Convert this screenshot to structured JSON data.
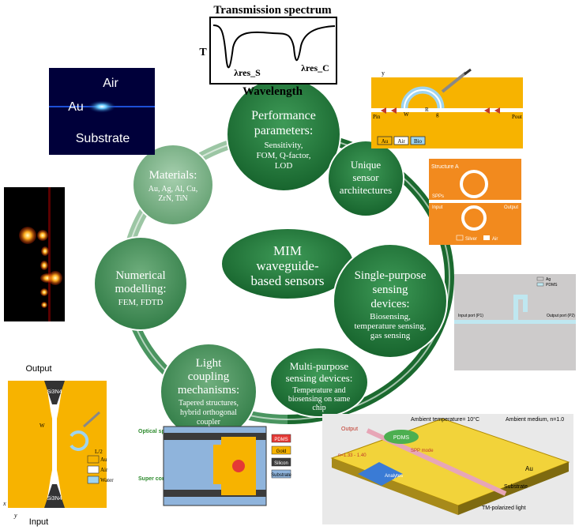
{
  "center": {
    "line1": "MIM",
    "line2": "waveguide-",
    "line3": "based sensors"
  },
  "nodes": {
    "performance": {
      "title1": "Performance",
      "title2": "parameters:",
      "l1": "Sensitivity,",
      "l2": "FOM, Q-factor,",
      "l3": "LOD"
    },
    "unique": {
      "l1": "Unique",
      "l2": "sensor",
      "l3": "architectures"
    },
    "single": {
      "title1": "Single-purpose",
      "title2": "sensing",
      "title3": "devices:",
      "l1": "Biosensing,",
      "l2": "temperature sensing,",
      "l3": "gas sensing"
    },
    "multi": {
      "title1": "Multi-purpose",
      "title2": "sensing devices:",
      "l1": "Temperature and",
      "l2": "biosensing on same",
      "l3": "chip"
    },
    "light": {
      "title1": "Light",
      "title2": "coupling",
      "title3": "mechanisms:",
      "l1": "Tapered structures,",
      "l2": "hybrid orthogonal",
      "l3": "coupler"
    },
    "numerical": {
      "title1": "Numerical",
      "title2": "modelling:",
      "l1": "FEM, FDTD"
    },
    "materials": {
      "title1": "Materials:",
      "l1": "Au, Ag, Al, Cu,",
      "l2": "ZrN, TiN"
    }
  },
  "transmission": {
    "title": "Transmission spectrum",
    "ylabel": "T",
    "xlabel": "Wavelength",
    "res_s": "λres_S",
    "res_c": "λres_C"
  },
  "mode": {
    "air": "Air",
    "au": "Au",
    "substrate": "Substrate"
  },
  "ring_sensor": {
    "y": "y",
    "pin": "Pin",
    "pout": "Pout",
    "w": "W",
    "r": "R",
    "g": "g",
    "legend": [
      "Au",
      "Air",
      "Bio"
    ]
  },
  "structure_a": {
    "title": "Structure A",
    "spps": "SPPs",
    "input": "Input",
    "output": "Output",
    "legend_silver": "Silver",
    "legend_air": "Air"
  },
  "stub_sensor": {
    "legend_ag": "Ag",
    "legend_pdms": "PDMS",
    "input": "Input port (P1)",
    "output": "Output port (P2)"
  },
  "taper": {
    "output": "Output",
    "input": "Input",
    "si3n4": "Si3N4",
    "w": "W",
    "l2": "L/2",
    "legend": [
      "Au",
      "Air",
      "Water"
    ],
    "x": "x",
    "y": "y"
  },
  "chip": {
    "osa": "Optical spectrum analyzer",
    "laser": "Super continuum laser",
    "legend": [
      "PDMS",
      "Gold",
      "Silicon",
      "Substrate"
    ]
  },
  "threed": {
    "ambient_temp": "Ambient temperature= 10°C",
    "ambient_medium": "Ambient medium, n=1.0",
    "pdms": "PDMS",
    "output": "Output",
    "spp": "SPP mode",
    "n_range": "n=1.33 - 1.40",
    "analytes": "Analytes",
    "au": "Au",
    "substrate": "Substrate",
    "tm": "TM-polarized light"
  },
  "colors": {
    "dark_green": "#1b6a2f",
    "mid_green": "#3f8e52",
    "light_green": "#7fb68a",
    "gold": "#f7b300",
    "orange": "#f28a1e",
    "chip_blue": "#8fb4dc",
    "grey": "#cdcbcb"
  }
}
